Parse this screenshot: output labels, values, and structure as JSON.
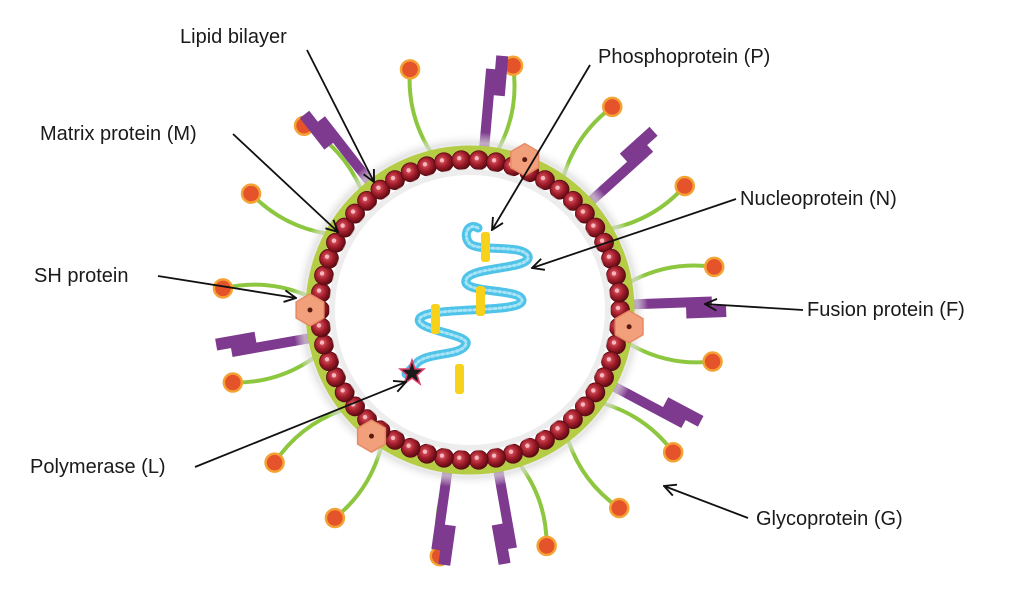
{
  "labels": {
    "lipid_bilayer": "Lipid bilayer",
    "phosphoprotein": "Phosphoprotein (P)",
    "matrix_protein": "Matrix protein (M)",
    "nucleoprotein": "Nucleoprotein (N)",
    "sh_protein": "SH protein",
    "fusion_protein": "Fusion protein (F)",
    "polymerase": "Polymerase (L)",
    "glycoprotein": "Glycoprotein (G)"
  },
  "colors": {
    "bilayer": "#b5cc45",
    "matrix_bead": "#8b1a24",
    "matrix_bead_light": "#d24a50",
    "glycoprotein_stalk": "#8dc63f",
    "glycoprotein_head": "#e5532b",
    "fusion_protein": "#7d3a8e",
    "sh_protein": "#f2a07b",
    "nucleocapsid": "#4fc3e8",
    "phosphoprotein": "#f7d11a",
    "polymerase": "#1a1a1a",
    "leader_line": "#111111"
  }
}
